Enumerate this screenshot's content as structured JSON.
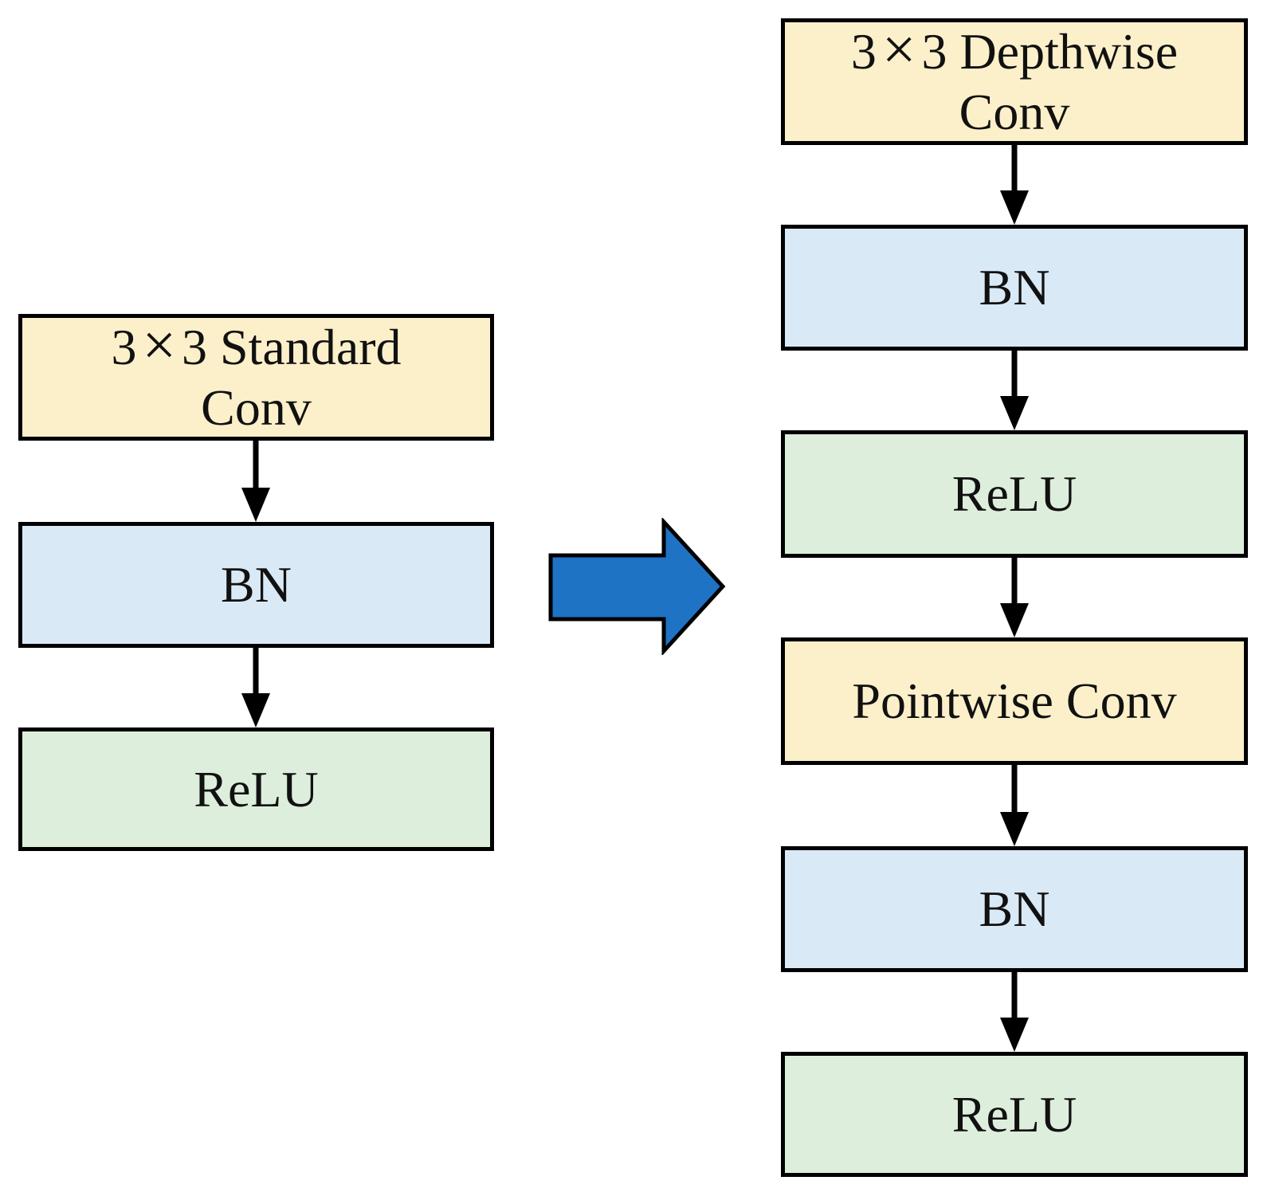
{
  "colors": {
    "conv_fill": "#fcf0ca",
    "bn_fill": "#dae9f6",
    "relu_fill": "#deeedc",
    "arrow_fill": "#1e73c5",
    "border": "#000000"
  },
  "left_column": {
    "conv": {
      "n1": "3",
      "times": "×",
      "n2rest": "3 Standard",
      "line2": "Conv"
    },
    "bn": "BN",
    "relu": "ReLU"
  },
  "right_column": {
    "dwconv": {
      "n1": "3",
      "times": "×",
      "n2rest": "3 Depthwise",
      "line2": "Conv"
    },
    "bn1": "BN",
    "relu1": "ReLU",
    "pwconv": "Pointwise Conv",
    "bn2": "BN",
    "relu2": "ReLU"
  }
}
